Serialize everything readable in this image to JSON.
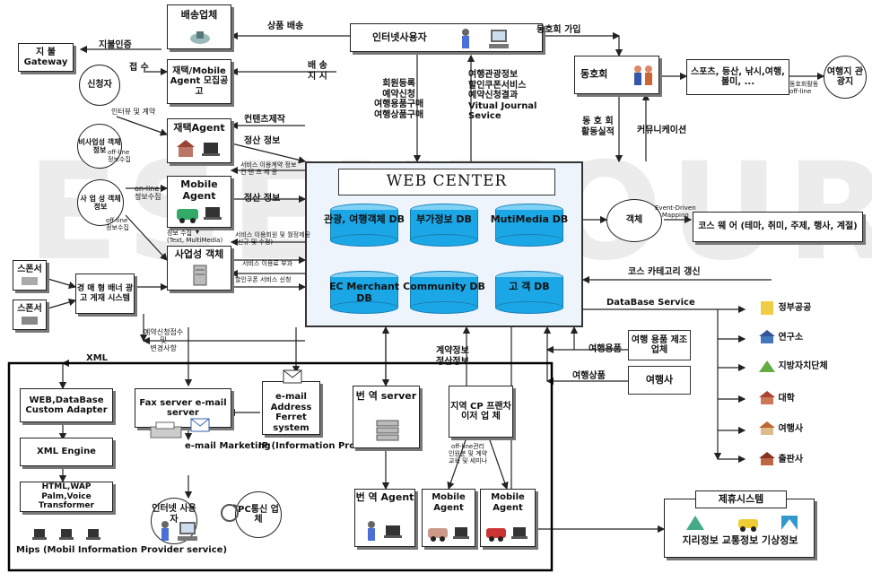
{
  "watermark": "ESENTOUR",
  "web_center": {
    "title": "WEB CENTER",
    "dbs": [
      "관광, 여행객체 DB",
      "부가정보 DB",
      "MutiMedia DB",
      "EC Merchant DB",
      "Community DB",
      "고 객 DB"
    ]
  },
  "nodes": {
    "delivery": "배송업체",
    "internet_user_top": "인터넷사용자",
    "club_join": "동호회 가입",
    "pay_gateway": "지 불 Gateway",
    "pay_auth": "지불인증",
    "applicant": "신청자",
    "recruit": "재택/Mobile Agent 모집공고",
    "home_agent": "재택Agent",
    "mobile_agent": "Mobile Agent",
    "business_obj": "사업성 객체",
    "nonbiz_info": "비사업성 객체정보",
    "biz_info": "사 업 성 객체정보",
    "sponsor1": "스폰서",
    "sponsor2": "스폰서",
    "auction": "경 매 형 배너 광고 게재 시스템",
    "club": "동호회",
    "sports": "스포츠, 등산, 낚시,여행, 볼미, ...",
    "travel_place": "여행지 관광지",
    "object": "객체",
    "course": "코스 웨 어 (테마, 취미, 주제, 행사, 계절)",
    "maker": "여행 용품 제조 업체",
    "agency": "여행사",
    "gov": "정부공공",
    "institute": "연구소",
    "local_gov": "지방자치단체",
    "university": "대학",
    "travel_agency": "여행사",
    "publisher": "출판사",
    "web_db_adapter": "WEB,DataBase Custom Adapter",
    "xml_engine": "XML Engine",
    "html_wap": "HTML,WAP Palm,Voice Transformer",
    "mips": "Mips (Mobil Information Provider service)",
    "fax_server": "Fax server e-mail server",
    "email_marketing": "e-mail Marketing",
    "email_address": "e-mail Address Ferret system",
    "ip": "IP (Information Provider 제공)",
    "internet_user_bottom": "인터넷 사용자",
    "pc_comm": "PC통신 업체",
    "translate_server": "번 역 server",
    "translate_agent": "번 역 Agent",
    "local_cp": "지역 CP 프랜차이저 업 체",
    "mobile_agent_a": "Mobile Agent",
    "mobile_agent_b": "Mobile Agent",
    "partner_title": "제휴시스템",
    "partner_items": "지리정보 교통정보 기상정보"
  },
  "labels": {
    "goods_delivery": "상품 배송",
    "shipping_instruct": "배 송\n지 시",
    "receipt": "접 수",
    "interview": "인터뷰 및 계약",
    "offline_collect": "off-line\n정보수집",
    "online_collect": "on-line\n정보수집",
    "offline_collect2": "off-line\n정보수집",
    "info_collect": "정보 수집\n(Text, MultiMedia)",
    "contents_make": "컨텐츠제작",
    "settle1": "정산 정보",
    "service_contract": "서비스 이용계약 정보\n컨 텐 츠 제 공",
    "settle2": "정산 정보",
    "service_contract2": "서비스 이용회원 및 월정제공\n(신규 및 수정)",
    "service_fee": "서비스 이용료 부과",
    "coupon_apply": "할인쿠폰 서비스 신청",
    "member_reg": "회원등록\n예약신청\n여행용품구매\n여행상품구매",
    "travel_info": "여행관광정보\n할인쿠폰서비스\n예약신청결과\nVitual Journal\nSevice",
    "club_activity": "동 호 회\n활동실적",
    "community": "커뮤니케이션",
    "club_offline": "동호회활동\noff-line",
    "event_driven": "Event-Driven\nMapping",
    "course_update": "코스 카테고리 갱신",
    "db_service": "DataBase Service",
    "travel_goods": "여행용품",
    "travel_product": "여행상품",
    "contract_info": "계약정보\n정산정보",
    "reservation": "예약신청접수\n및\n변경사항",
    "xml": "XML",
    "offline_manage": "off-line관리\n인원분 및 계약\n교육 및 세미나"
  },
  "colors": {
    "db_top": "#7fd2f5",
    "db_body": "#1ba6e6",
    "frame": "#000000"
  }
}
